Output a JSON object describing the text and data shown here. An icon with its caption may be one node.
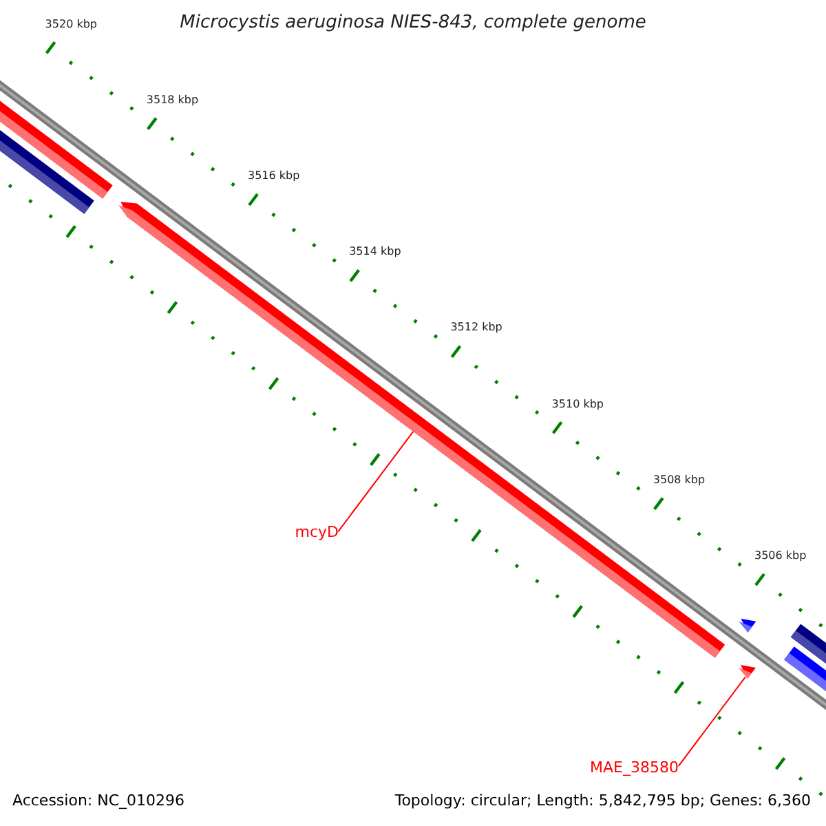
{
  "diagram": {
    "title": "Microcystis aeruginosa NIES-843, complete genome",
    "nodes": [
      {
        "text": [],
        "shape": "arrow"
      },
      {
        "text": [
          "mcyD"
        ]
      },
      {
        "text": [],
        "shape": "arrow"
      },
      {
        "text": [
          "MAE_38580"
        ]
      }
    ],
    "edges": [
      {
        "from": 1,
        "to": 0,
        "arrow": "none"
      },
      {
        "from": 3,
        "to": 2,
        "arrow": "none"
      }
    ],
    "labels": [
      "3520 kbp",
      "3518 kbp",
      "3516 kbp",
      "3514 kbp",
      "3512 kbp",
      "3510 kbp",
      "3508 kbp",
      "3506 kbp",
      "Accession: NC_010296",
      "Topology: circular; Length: 5,842,795 bp; Genes: 6,360"
    ]
  }
}
